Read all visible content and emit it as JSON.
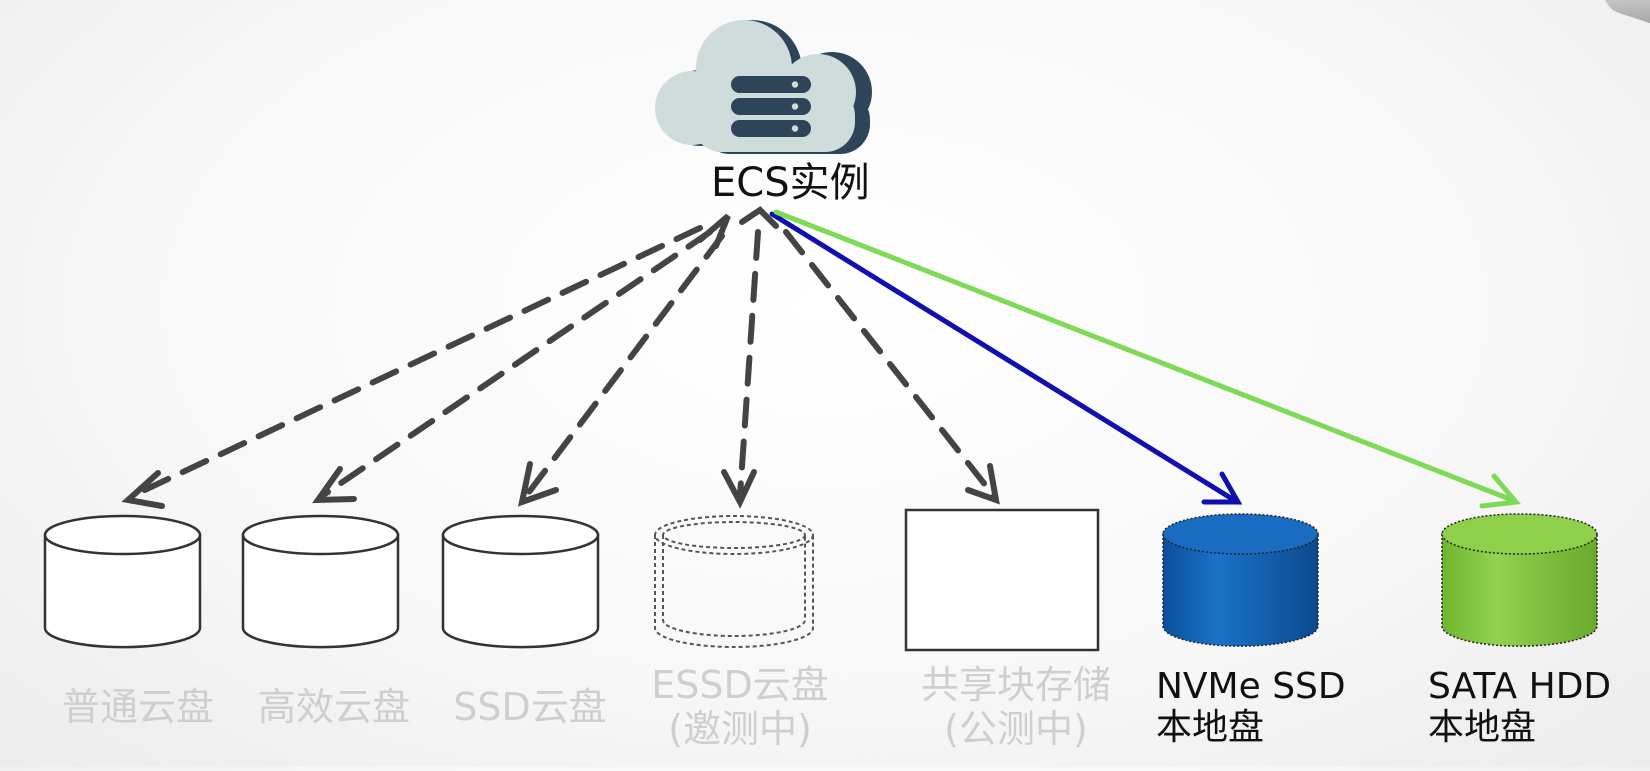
{
  "instance": {
    "label": "ECS实例",
    "icon": "cloud-server-icon"
  },
  "storage_items": [
    {
      "id": "standard-cloud-disk",
      "line1": "普通云盘",
      "line2": "",
      "connection": "dashed",
      "enabled": false
    },
    {
      "id": "ultra-cloud-disk",
      "line1": "高效云盘",
      "line2": "",
      "connection": "dashed",
      "enabled": false
    },
    {
      "id": "ssd-cloud-disk",
      "line1": "SSD云盘",
      "line2": "",
      "connection": "dashed",
      "enabled": false
    },
    {
      "id": "essd-cloud-disk",
      "line1": "ESSD云盘",
      "line2": "(邀测中)",
      "connection": "dashed",
      "enabled": false
    },
    {
      "id": "shared-block-storage",
      "line1": "共享块存储",
      "line2": "(公测中)",
      "connection": "dashed",
      "enabled": false
    },
    {
      "id": "nvme-ssd-local-disk",
      "line1": "NVMe SSD",
      "line2": "本地盘",
      "connection": "solid",
      "color": "#1010b0",
      "enabled": true
    },
    {
      "id": "sata-hdd-local-disk",
      "line1": "SATA HDD",
      "line2": "本地盘",
      "connection": "solid",
      "color": "#7ed957",
      "enabled": true
    }
  ],
  "colors": {
    "cloud_fill": "#cfdcdc",
    "cloud_shadow": "#2e4459",
    "server_bars": "#2e4459",
    "dashed_arrow": "#444444",
    "nvme_fill": "#0f63b8",
    "nvme_arrow": "#1010b0",
    "sata_fill": "#8acb45",
    "sata_arrow": "#7ed957"
  }
}
